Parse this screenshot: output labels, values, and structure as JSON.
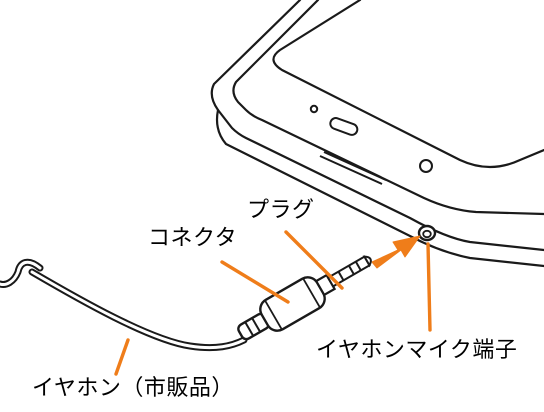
{
  "labels": {
    "plug": "プラグ",
    "connector": "コネクタ",
    "jack": "イヤホンマイク端子",
    "earphone": "イヤホン（市販品）"
  },
  "colors": {
    "leader": "#ef7d1a",
    "line": "#1a1a1a",
    "arrow": "#ef7d1a"
  }
}
